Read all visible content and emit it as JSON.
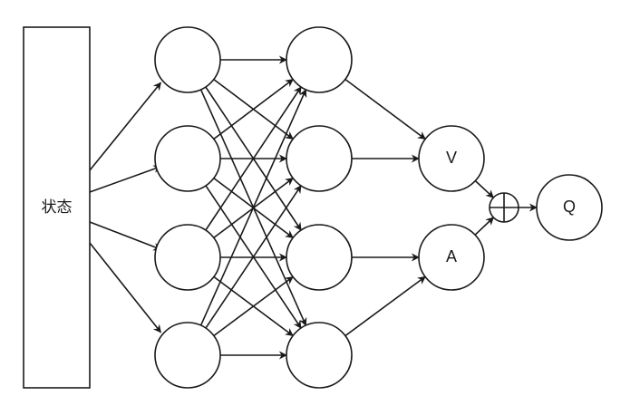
{
  "diagram": {
    "state_label": "状态",
    "value_label": "V",
    "advantage_label": "A",
    "q_label": "Q",
    "colors": {
      "stroke": "#1a1a1a",
      "fill": "#ffffff"
    }
  }
}
